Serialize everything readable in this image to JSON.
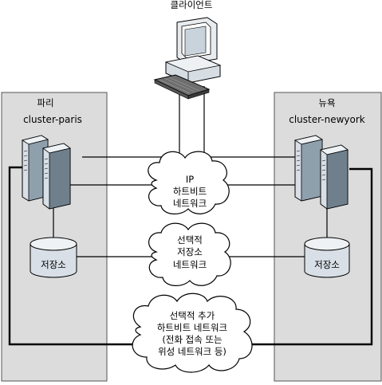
{
  "client": {
    "label": "클라이언트"
  },
  "left_site": {
    "region": "파리",
    "cluster_name": "cluster-paris",
    "storage_label": "저장소"
  },
  "right_site": {
    "region": "뉴욕",
    "cluster_name": "cluster-newyork",
    "storage_label": "저장소"
  },
  "clouds": {
    "ip_heartbeat": [
      "IP",
      "하트비트",
      "네트워크"
    ],
    "storage_network": [
      "선택적",
      "저장소",
      "네트워크"
    ],
    "extra_heartbeat": [
      "선택적 추가",
      "하트비트 네트워크",
      "(전화 접속 또는",
      "위성 네트워크 등)"
    ]
  },
  "colors": {
    "panel_fill": "#dcdcdc",
    "server_fill": "#d8dfe6",
    "server_dark": "#6f7f8c",
    "line": "#000000"
  }
}
